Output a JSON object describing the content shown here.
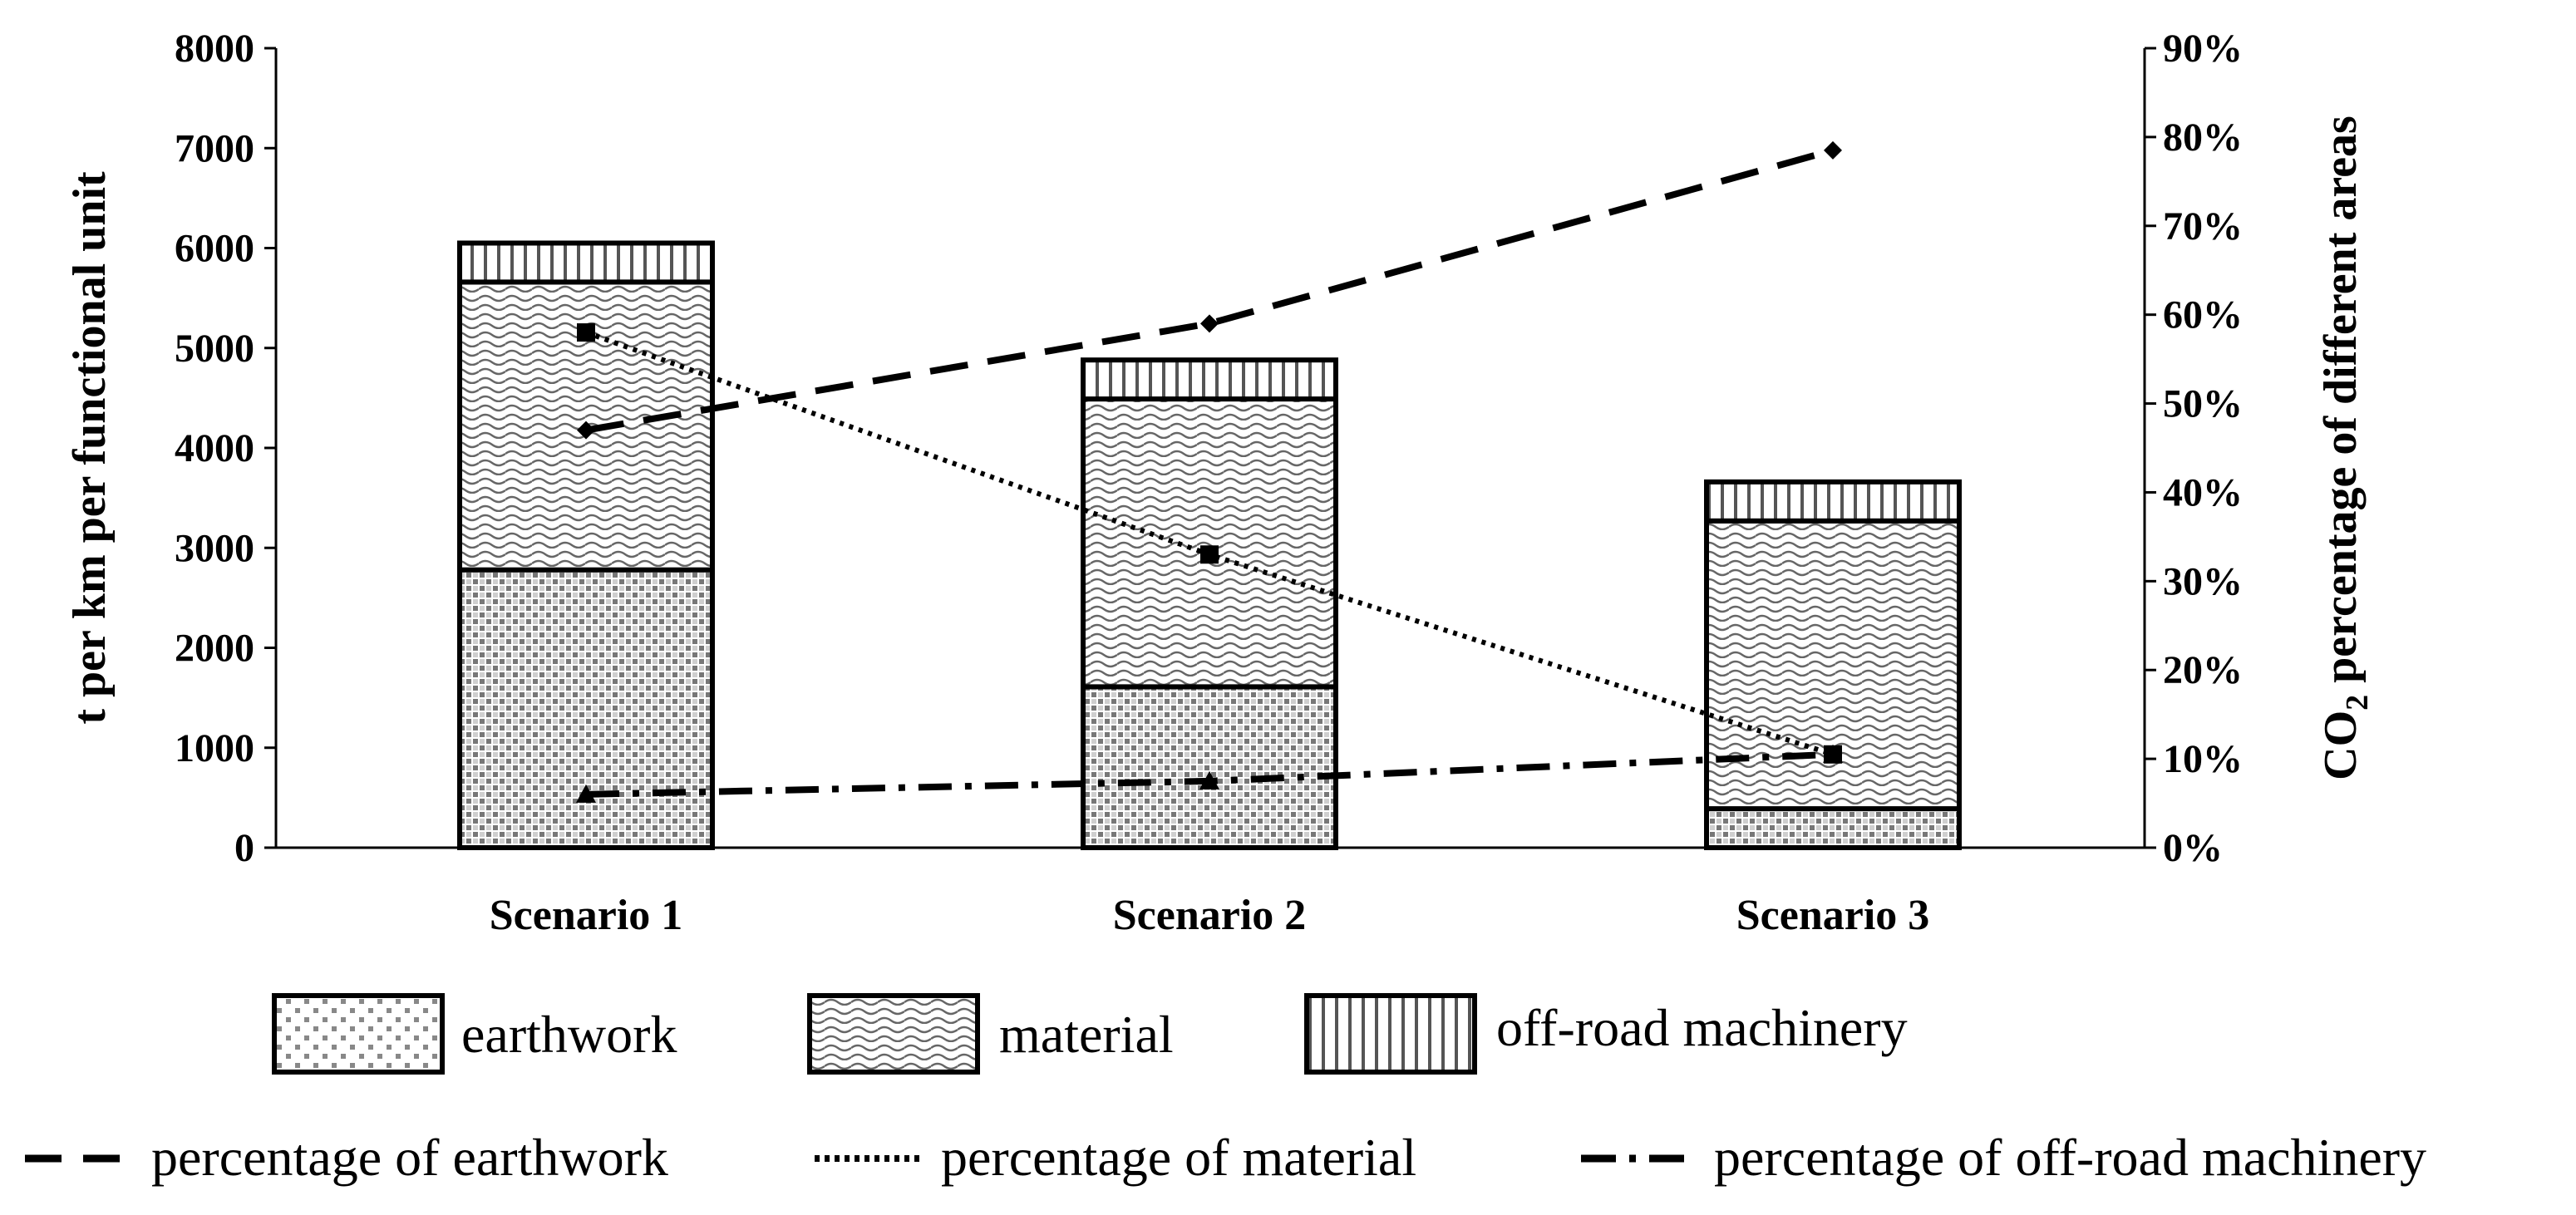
{
  "chart_data": {
    "type": "bar",
    "stacked": true,
    "categories": [
      "Scenario 1",
      "Scenario 2",
      "Scenario 3"
    ],
    "ylabel": "t per km per functional unit",
    "ylabel_right_prefix": "CO",
    "ylabel_right_sub": "2",
    "ylabel_right_suffix": " percentage of different areas",
    "ylim": [
      0,
      8000
    ],
    "y_ticks": [
      "0",
      "1000",
      "2000",
      "3000",
      "4000",
      "5000",
      "6000",
      "7000",
      "8000"
    ],
    "y2lim": [
      0,
      90
    ],
    "y2_ticks": [
      "0%",
      "10%",
      "20%",
      "30%",
      "40%",
      "50%",
      "60%",
      "70%",
      "80%",
      "90%"
    ],
    "grid": false,
    "bar_series": [
      {
        "name": "earthwork",
        "values": [
          2780,
          1610,
          390
        ],
        "pattern": "dots"
      },
      {
        "name": "material",
        "values": [
          2880,
          2880,
          2880
        ],
        "pattern": "waves"
      },
      {
        "name": "off-road machinery",
        "values": [
          390,
          390,
          390
        ],
        "pattern": "vlines"
      }
    ],
    "line_series": [
      {
        "name": "percentage of earthwork",
        "values": [
          47,
          59,
          78.5
        ],
        "dash": "dashed",
        "marker": "diamond"
      },
      {
        "name": "percentage of material",
        "values": [
          58,
          33,
          10.5
        ],
        "dash": "dotted",
        "marker": "square"
      },
      {
        "name": "percentage of off-road machinery",
        "values": [
          6,
          7.5,
          10.5
        ],
        "dash": "dashdot",
        "marker": "triangle"
      }
    ],
    "legend_position": "bottom"
  }
}
